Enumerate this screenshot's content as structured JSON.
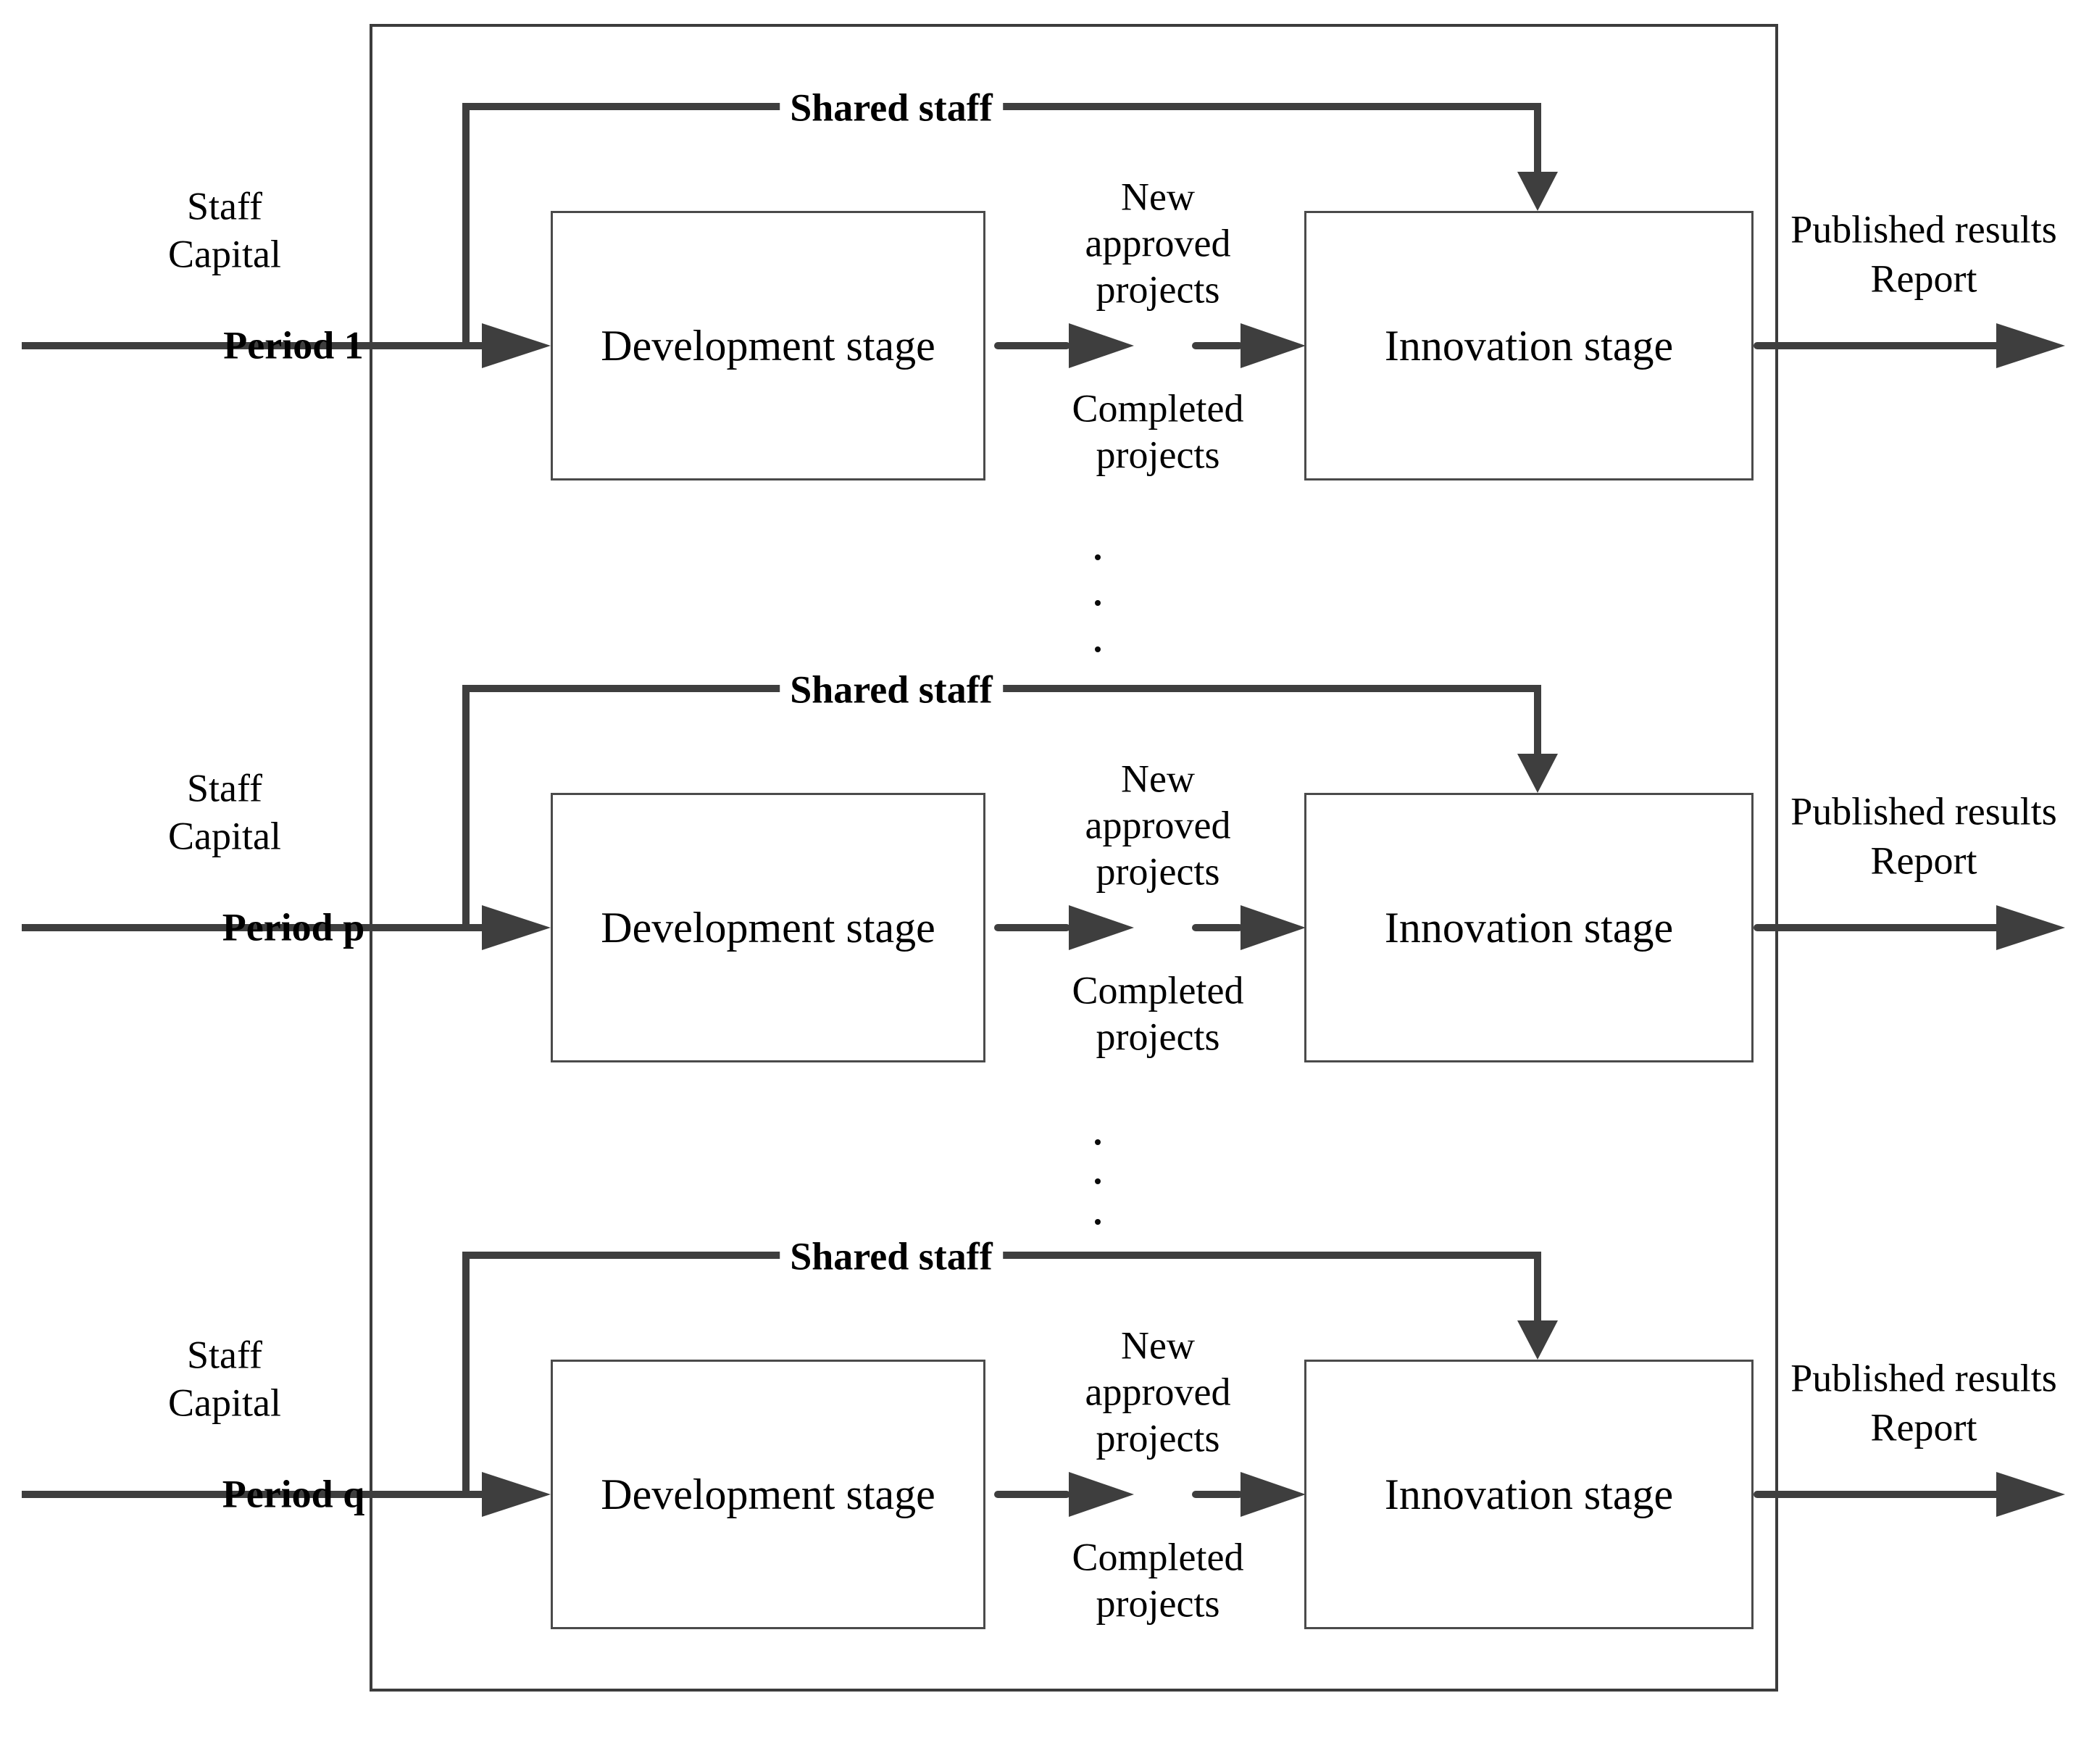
{
  "diagram": {
    "title_semantics": "Multi-period two-stage (development / innovation) system flow diagram",
    "colors": {
      "background": "#ffffff",
      "line": "#3e3e3e",
      "box_border": "#4a4a4a",
      "outer_border": "#3c3c3c",
      "text": "#000000",
      "dot": "#0a0a0a"
    },
    "icons": {
      "arrowhead_right": "filled right-pointing triangle",
      "arrowhead_down": "filled down-pointing triangle",
      "vertical_ellipsis": "⋮"
    },
    "rows": [
      {
        "staff_label_line1": "Staff",
        "staff_label_line2": "Capital",
        "period_label": "Period 1",
        "shared_staff_label": "Shared staff",
        "development_box_label": "Development stage",
        "new_projects_line1": "New",
        "new_projects_line2": "approved",
        "new_projects_line3": "projects",
        "completed_line1": "Completed",
        "completed_line2": "projects",
        "innovation_box_label": "Innovation stage",
        "output_label_line1": "Published results",
        "output_label_line2": "Report"
      },
      {
        "staff_label_line1": "Staff",
        "staff_label_line2": "Capital",
        "period_label": "Period p",
        "shared_staff_label": "Shared staff",
        "development_box_label": "Development stage",
        "new_projects_line1": "New",
        "new_projects_line2": "approved",
        "new_projects_line3": "projects",
        "completed_line1": "Completed",
        "completed_line2": "projects",
        "innovation_box_label": "Innovation stage",
        "output_label_line1": "Published results",
        "output_label_line2": "Report"
      },
      {
        "staff_label_line1": "Staff",
        "staff_label_line2": "Capital",
        "period_label": "Period q",
        "shared_staff_label": "Shared staff",
        "development_box_label": "Development stage",
        "new_projects_line1": "New",
        "new_projects_line2": "approved",
        "new_projects_line3": "projects",
        "completed_line1": "Completed",
        "completed_line2": "projects",
        "innovation_box_label": "Innovation stage",
        "output_label_line1": "Published results",
        "output_label_line2": "Report"
      }
    ]
  }
}
